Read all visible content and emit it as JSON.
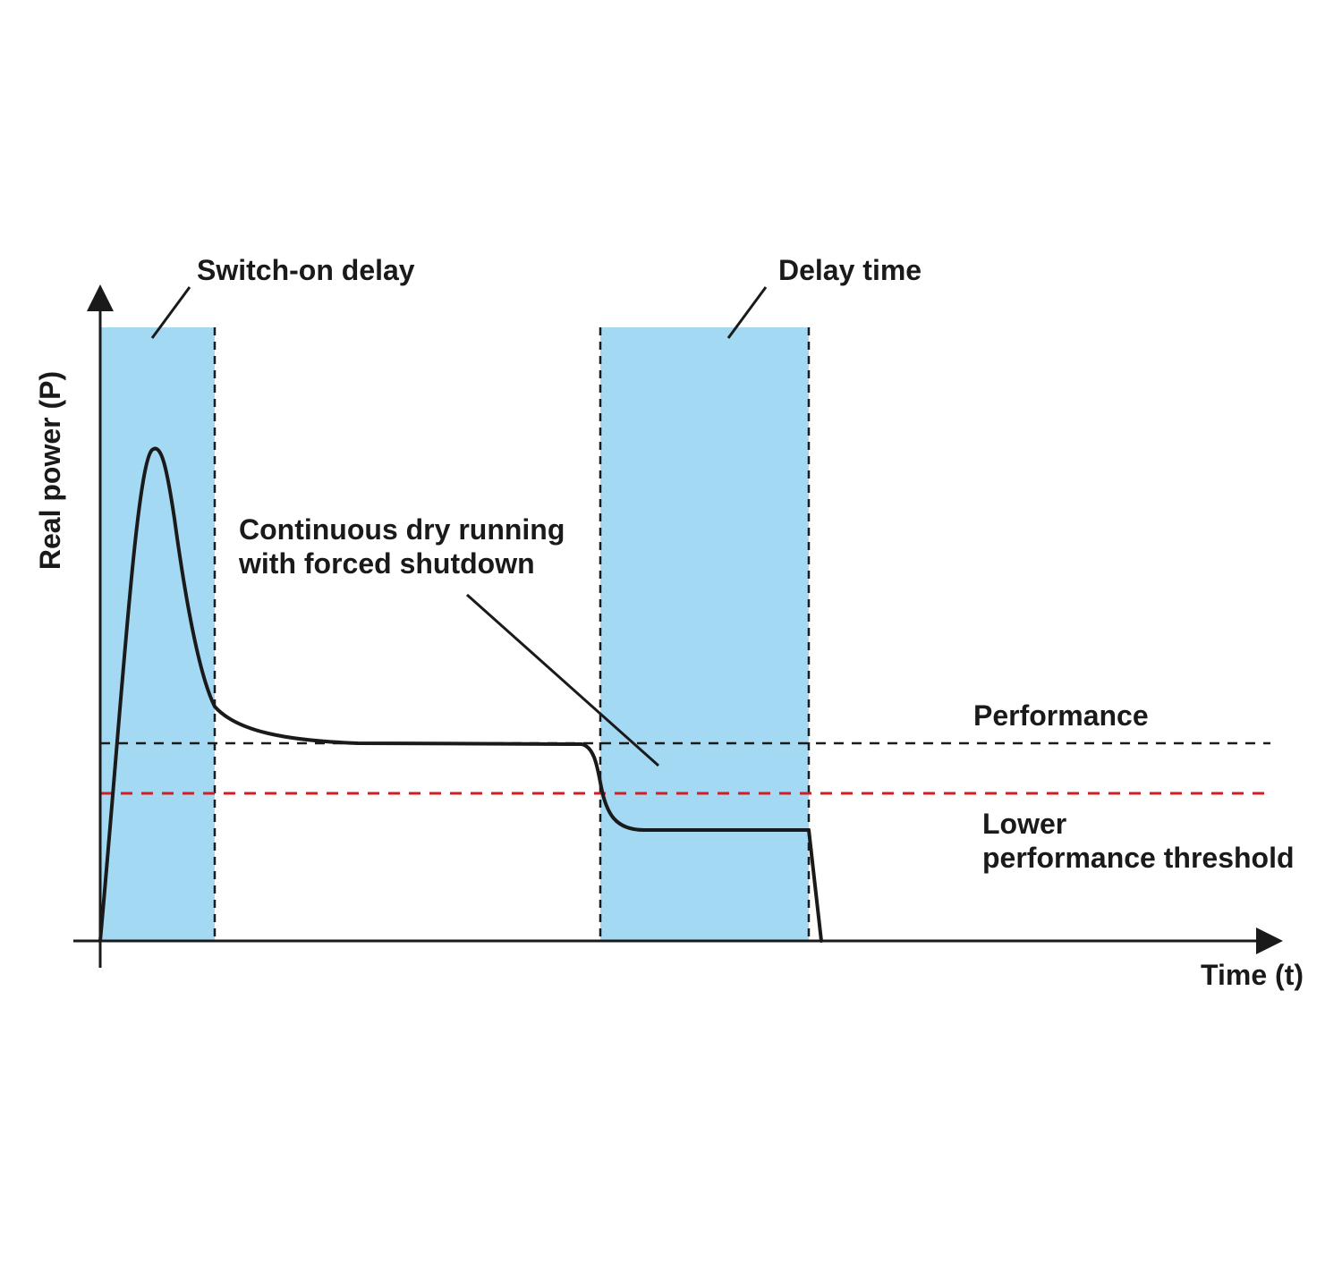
{
  "labels": {
    "y_axis": "Real power (P)",
    "x_axis": "Time (t)",
    "switch_on_delay": "Switch-on delay",
    "delay_time": "Delay time",
    "continuous_line1": "Continuous dry running",
    "continuous_line2": "with forced shutdown",
    "performance": "Performance",
    "lower_line1": "Lower",
    "lower_line2": "performance threshold"
  },
  "colors": {
    "zone_fill": "#a4d9f3",
    "curve": "#1a1a1a",
    "performance_line": "#1a1a1a",
    "threshold_line": "#d21d24",
    "axis": "#1a1a1a"
  },
  "lines": {
    "performance_style": "dashed",
    "threshold_style": "dashed"
  }
}
